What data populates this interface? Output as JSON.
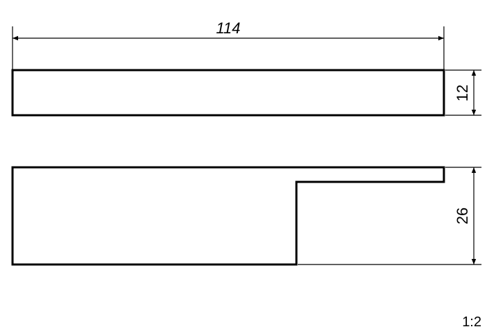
{
  "drawing": {
    "dimensions": {
      "overall_width": "114",
      "top_view_height": "12",
      "front_view_height": "26"
    },
    "scale": "1:2"
  }
}
